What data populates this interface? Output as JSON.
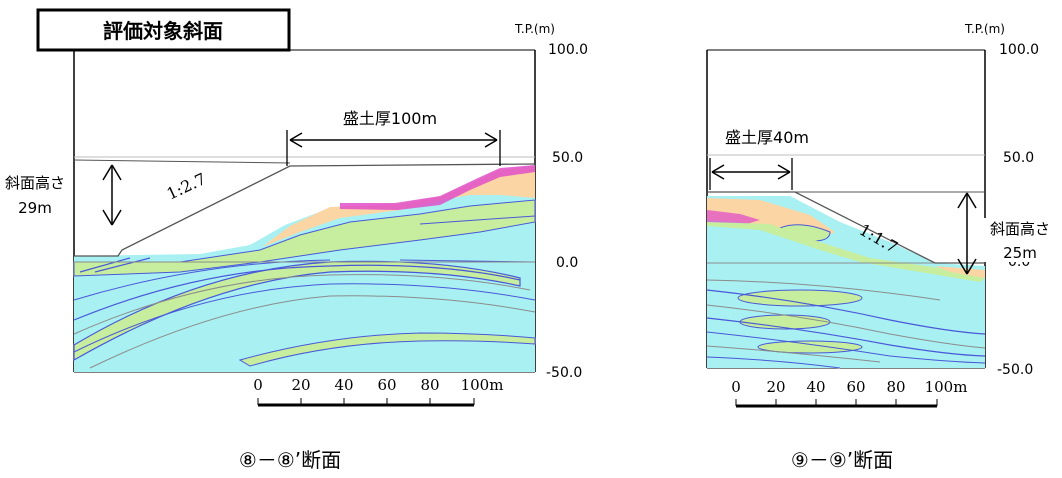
{
  "badge": {
    "text": "評価対象斜面"
  },
  "left_section": {
    "elev_unit": "T.P.(m)",
    "elev_100": "100.0",
    "elev_50": "50.0",
    "elev_0": "0.0",
    "elev_neg50": "-50.0",
    "fill_thickness": "盛土厚100m",
    "slope_gradient": "1:2.7",
    "slope_height_label": "斜面高さ",
    "slope_height_value": "29m",
    "scale_ticks": [
      "0",
      "20",
      "40",
      "60",
      "80",
      "100m"
    ],
    "caption": "⑧－⑧’断面"
  },
  "right_section": {
    "elev_unit": "T.P.(m)",
    "elev_100": "100.0",
    "elev_50": "50.0",
    "elev_0": "0.0",
    "elev_neg50": "-50.0",
    "fill_thickness": "盛土厚40m",
    "slope_gradient": "1:1.7",
    "slope_height_label": "斜面高さ",
    "slope_height_value": "25m",
    "scale_ticks": [
      "0",
      "20",
      "40",
      "60",
      "80",
      "100m"
    ],
    "caption": "⑨－⑨’断面"
  },
  "colors": {
    "bedrock": "#a8f0f2",
    "green_layer": "#c6ee9e",
    "orange_layer": "#fbd5a3",
    "magenta_layer": "#e04fc8",
    "blue_line": "#4a58d8",
    "gray_line": "#8c8c8c"
  }
}
